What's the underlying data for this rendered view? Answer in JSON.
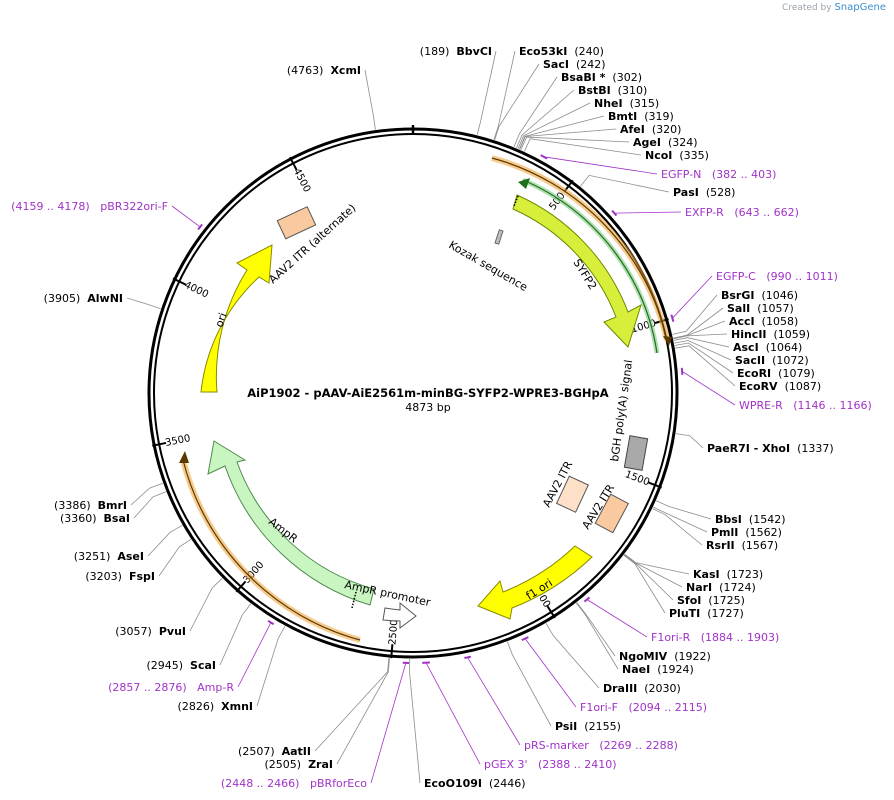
{
  "watermark": {
    "created_by": "Created by",
    "brand": "SnapGene"
  },
  "plasmid": {
    "name": "AiP1902 - pAAV-AiE2561m-minBG-SYFP2-WPRE3-BGHpA",
    "length_label": "4873 bp",
    "length": 4873
  },
  "ticks": [
    "500",
    "1000",
    "1500",
    "2000",
    "2500",
    "3000",
    "3500",
    "4000",
    "4500"
  ],
  "enzymes": [
    {
      "name": "XcmI",
      "pos": "(4763)"
    },
    {
      "name": "BbvCI",
      "pos": "(189)"
    },
    {
      "name": "Eco53kI",
      "pos": "(240)"
    },
    {
      "name": "SacI",
      "pos": "(242)"
    },
    {
      "name": "BsaBI *",
      "pos": "(302)"
    },
    {
      "name": "BstBI",
      "pos": "(310)"
    },
    {
      "name": "NheI",
      "pos": "(315)"
    },
    {
      "name": "BmtI",
      "pos": "(319)"
    },
    {
      "name": "AfeI",
      "pos": "(320)"
    },
    {
      "name": "AgeI",
      "pos": "(324)"
    },
    {
      "name": "NcoI",
      "pos": "(335)"
    },
    {
      "name": "PasI",
      "pos": "(528)"
    },
    {
      "name": "BsrGI",
      "pos": "(1046)"
    },
    {
      "name": "SalI",
      "pos": "(1057)"
    },
    {
      "name": "AccI",
      "pos": "(1058)"
    },
    {
      "name": "HincII",
      "pos": "(1059)"
    },
    {
      "name": "AscI",
      "pos": "(1064)"
    },
    {
      "name": "SacII",
      "pos": "(1072)"
    },
    {
      "name": "EcoRI",
      "pos": "(1079)"
    },
    {
      "name": "EcoRV",
      "pos": "(1087)"
    },
    {
      "name": "PaeR7I - XhoI",
      "pos": "(1337)"
    },
    {
      "name": "BbsI",
      "pos": "(1542)"
    },
    {
      "name": "PmlI",
      "pos": "(1562)"
    },
    {
      "name": "RsrII",
      "pos": "(1567)"
    },
    {
      "name": "KasI",
      "pos": "(1723)"
    },
    {
      "name": "NarI",
      "pos": "(1724)"
    },
    {
      "name": "SfoI",
      "pos": "(1725)"
    },
    {
      "name": "PluTI",
      "pos": "(1727)"
    },
    {
      "name": "NgoMIV",
      "pos": "(1922)"
    },
    {
      "name": "NaeI",
      "pos": "(1924)"
    },
    {
      "name": "DraIII",
      "pos": "(2030)"
    },
    {
      "name": "PsiI",
      "pos": "(2155)"
    },
    {
      "name": "EcoO109I",
      "pos": "(2446)"
    },
    {
      "name": "AatII",
      "pos": "(2507)"
    },
    {
      "name": "ZraI",
      "pos": "(2505)"
    },
    {
      "name": "XmnI",
      "pos": "(2826)"
    },
    {
      "name": "ScaI",
      "pos": "(2945)"
    },
    {
      "name": "PvuI",
      "pos": "(3057)"
    },
    {
      "name": "FspI",
      "pos": "(3203)"
    },
    {
      "name": "AseI",
      "pos": "(3251)"
    },
    {
      "name": "BsaI",
      "pos": "(3360)"
    },
    {
      "name": "BmrI",
      "pos": "(3386)"
    },
    {
      "name": "AlwNI",
      "pos": "(3905)"
    }
  ],
  "primers": [
    {
      "name": "EGFP-N",
      "range": "(382 .. 403)"
    },
    {
      "name": "EXFP-R",
      "range": "(643 .. 662)"
    },
    {
      "name": "EGFP-C",
      "range": "(990 .. 1011)"
    },
    {
      "name": "WPRE-R",
      "range": "(1146 .. 1166)"
    },
    {
      "name": "F1ori-R",
      "range": "(1884 .. 1903)"
    },
    {
      "name": "F1ori-F",
      "range": "(2094 .. 2115)"
    },
    {
      "name": "pRS-marker",
      "range": "(2269 .. 2288)"
    },
    {
      "name": "pGEX 3'",
      "range": "(2388 .. 2410)"
    },
    {
      "name": "pBRforEco",
      "range": "(2448 .. 2466)"
    },
    {
      "name": "Amp-R",
      "range": "(2857 .. 2876)"
    },
    {
      "name": "pBR322ori-F",
      "range": "(4159 .. 4178)"
    }
  ],
  "features": [
    {
      "name": "Kozak sequence"
    },
    {
      "name": "SYFP2"
    },
    {
      "name": "bGH poly(A) signal"
    },
    {
      "name": "AAV2 ITR"
    },
    {
      "name": "AAV2 ITR"
    },
    {
      "name": "f1 ori"
    },
    {
      "name": "AmpR promoter"
    },
    {
      "name": "AmpR"
    },
    {
      "name": "ori"
    },
    {
      "name": "AAV2 ITR (alternate)"
    }
  ],
  "colors": {
    "backbone": "#000000",
    "enzyme_line": "#8c8c8c",
    "primer": "#a033c8",
    "cds_yellow": "#e8f13a",
    "cds_outline": "#8aa000",
    "ori_yellow": "#ffff00",
    "orf_orange": "#f0a030",
    "orf_green": "#2ea02e",
    "ampr_green": "#c8f5c0",
    "itr_peach": "#f9c9a0",
    "itr_light": "#fde0c8",
    "polya_grey": "#a9a9a9",
    "promoter_white": "#ffffff"
  }
}
